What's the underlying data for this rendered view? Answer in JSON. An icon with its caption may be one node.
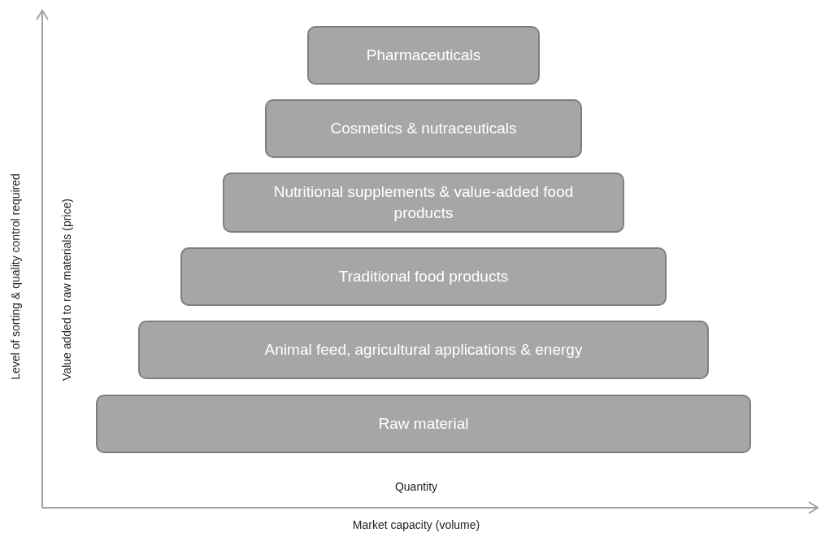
{
  "diagram": {
    "nodes": [
      {
        "text": [
          "Pharmaceuticals"
        ]
      },
      {
        "text": [
          "Cosmetics & nutraceuticals"
        ]
      },
      {
        "text": [
          "Nutritional supplements & value-added food products"
        ]
      },
      {
        "text": [
          "Traditional food products"
        ]
      },
      {
        "text": [
          "Animal feed, agricultural applications & energy"
        ]
      },
      {
        "text": [
          "Raw material"
        ]
      }
    ],
    "labels": [
      "Level of sorting & quality control required",
      "Value added to raw materials (price)",
      "Quantity",
      "Market capacity (volume)"
    ]
  }
}
